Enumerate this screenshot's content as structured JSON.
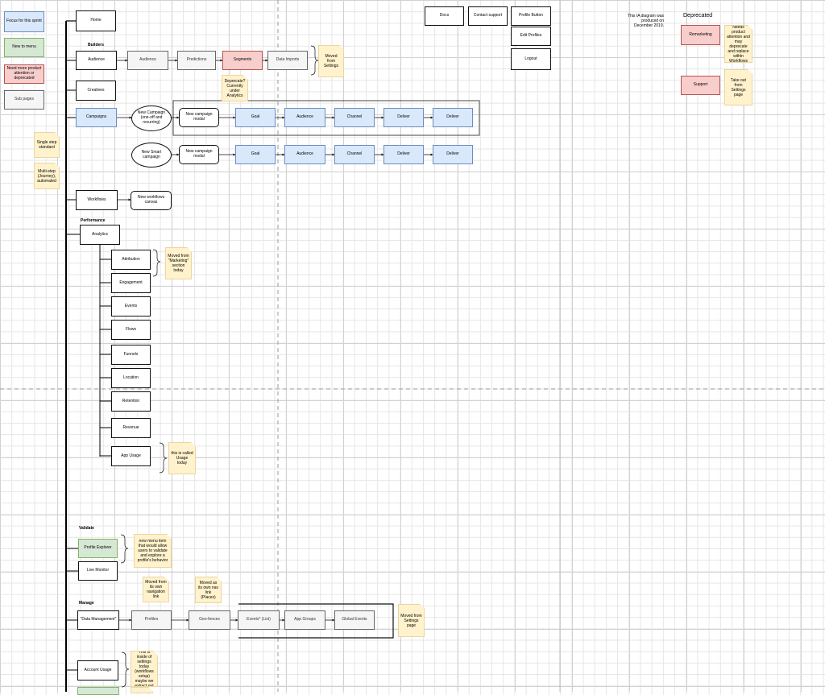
{
  "legend": {
    "focus": "Focus for this sprint",
    "new_menu": "New to menu",
    "needs_attention": "Need more product attention or deprecated",
    "sub_pages": "Sub pages"
  },
  "top_right": {
    "docs": "Docs",
    "contact": "Contact support",
    "profile_button": "Profile Button",
    "edit_profiles": "Edit Profiles",
    "logout": "Logout",
    "produced_note": "This IA diagram was produced on December 2019.",
    "deprecated_heading": "Deprecated",
    "remarketing": "Remarketing",
    "remarketing_note": "Needs product attention and may deprecate and replace within Workflows",
    "support": "Support",
    "support_note": "Take out from Settings page"
  },
  "sections": {
    "builders": "Builders",
    "performance": "Performance",
    "validate": "Validate",
    "manage": "Manage"
  },
  "nav": {
    "home": "Home",
    "audience": "Audience",
    "creatives": "Creatives",
    "campaigns": "Campaigns",
    "workflows": "Workflows",
    "analytics": "Analytics",
    "profile_explorer": "Profile Explorer",
    "live_monitor": "Live Monitor",
    "data_management": "\"Data Management\"",
    "account_usage": "Account Usage"
  },
  "builders": {
    "audience_sub": "Audience",
    "predictions": "Predictions",
    "segments": "Segments",
    "data_imports": "Data Imports",
    "moved_settings": "Moved from Settings",
    "deprecate_note": "Deprecate? Currently under Analytics"
  },
  "campaigns": {
    "new_campaign": "New Campaign (one-off and recurring)",
    "new_smart": "New Smart campaign",
    "modal": "New campaign modal",
    "steps": [
      "Goal",
      "Audience",
      "Channel",
      "Deliver",
      "Deliver"
    ]
  },
  "notes_left": {
    "single_step": "Single step standard",
    "multi_step": "Multi-step (Journey), automated"
  },
  "workflows": {
    "canvas": "New workflows canvas"
  },
  "analytics_items": [
    "Attribution",
    "Engagement",
    "Events",
    "Flows",
    "Funnels",
    "Location",
    "Retention",
    "Revenue",
    "App Usage"
  ],
  "analytics_notes": {
    "attribution": "Moved from \"Marketing\" section today",
    "usage": "this is called Usage today"
  },
  "validate_note": "new menu item that would allow users to validate and explore a profile's behavior",
  "manage": {
    "profiles": "Profiles",
    "geofences": "Geo-fences",
    "events_list": "Events* (List)",
    "app_groups": "App Groups",
    "global_events": "Global Events",
    "note_profiles": "Moved from its own navigation link",
    "note_geofences": "Moved as its own nav link (Places)",
    "note_settings": "Moved from Settings page",
    "note_account": "This is inside of settings today (workflows setup) maybe we extract out"
  },
  "colors": {
    "blue_fill": "#dae8fc",
    "green_fill": "#d5e8d4",
    "red_fill": "#f8cecc",
    "grey_fill": "#f5f5f5",
    "note_fill": "#fff2cc"
  }
}
